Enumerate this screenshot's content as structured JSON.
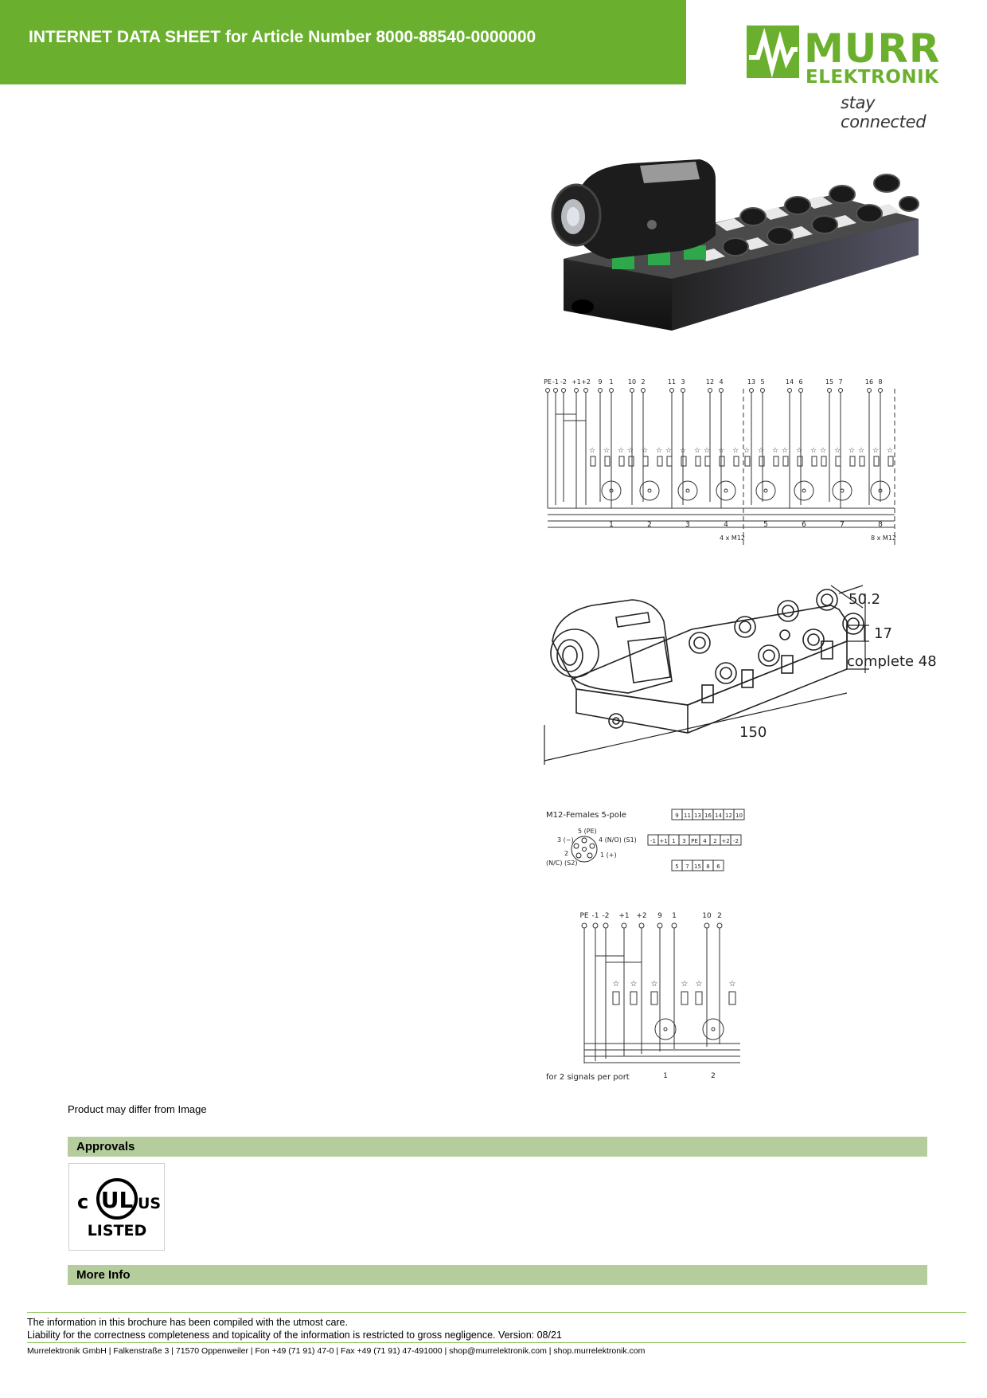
{
  "header": {
    "title": "INTERNET DATA SHEET for Article Number 8000-88540-0000000"
  },
  "logo": {
    "brand": "MURR",
    "sub": "ELEKTRONIK",
    "tagline": "stay connected",
    "color": "#6ab02e"
  },
  "wiring": {
    "terminals": [
      "PE",
      "-1",
      "-2",
      "+1",
      "+2",
      "9",
      "1",
      "10",
      "2",
      "11",
      "3",
      "12",
      "4",
      "13",
      "5",
      "14",
      "6",
      "15",
      "7",
      "16",
      "8"
    ],
    "ports": [
      "1",
      "2",
      "3",
      "4",
      "5",
      "6",
      "7",
      "8"
    ],
    "group_left": "4 x M12",
    "group_right": "8 x M12"
  },
  "dimensions": {
    "width": "50.2",
    "height": "17",
    "complete": "complete 48",
    "length": "150"
  },
  "pinout": {
    "title": "M12-Females  5-pole",
    "pin5": "5 (PE)",
    "pin3": "3 (−)",
    "pin4": "4   (N/O) (S1)",
    "pin2": "2",
    "pin2_label": "(N/C) (S2)",
    "pin1": "1 (+)",
    "terminal_row1": [
      "9",
      "11",
      "13",
      "16",
      "14",
      "12",
      "10"
    ],
    "terminal_row2": [
      "-1",
      "+1",
      "1",
      "3",
      "PE",
      "4",
      "2",
      "+2",
      "-2"
    ],
    "terminal_row3": [
      "5",
      "7",
      "15",
      "8",
      "6"
    ]
  },
  "wiring2": {
    "terminals": [
      "PE",
      "-1",
      "-2",
      "+1",
      "+2",
      "9",
      "1",
      "10",
      "2"
    ],
    "caption": "for 2 signals per port",
    "ports": [
      "1",
      "2"
    ]
  },
  "disclaimer": "Product may differ from Image",
  "sections": {
    "approvals": "Approvals",
    "more_info": "More Info"
  },
  "approval_mark": {
    "c": "c",
    "ul": "UL",
    "us": "US",
    "listed": "LISTED"
  },
  "footer": {
    "line1": "The information in this brochure has been compiled with the utmost care.",
    "line2": "Liability for the correctness completeness and topicality of the information is restricted to gross negligence. Version: 08/21",
    "address": "Murrelektronik GmbH | Falkenstraße 3 | 71570 Oppenweiler | Fon +49 (71 91) 47-0 | Fax +49 (71 91) 47-491000 | shop@murrelektronik.com | shop.murrelektronik.com"
  }
}
